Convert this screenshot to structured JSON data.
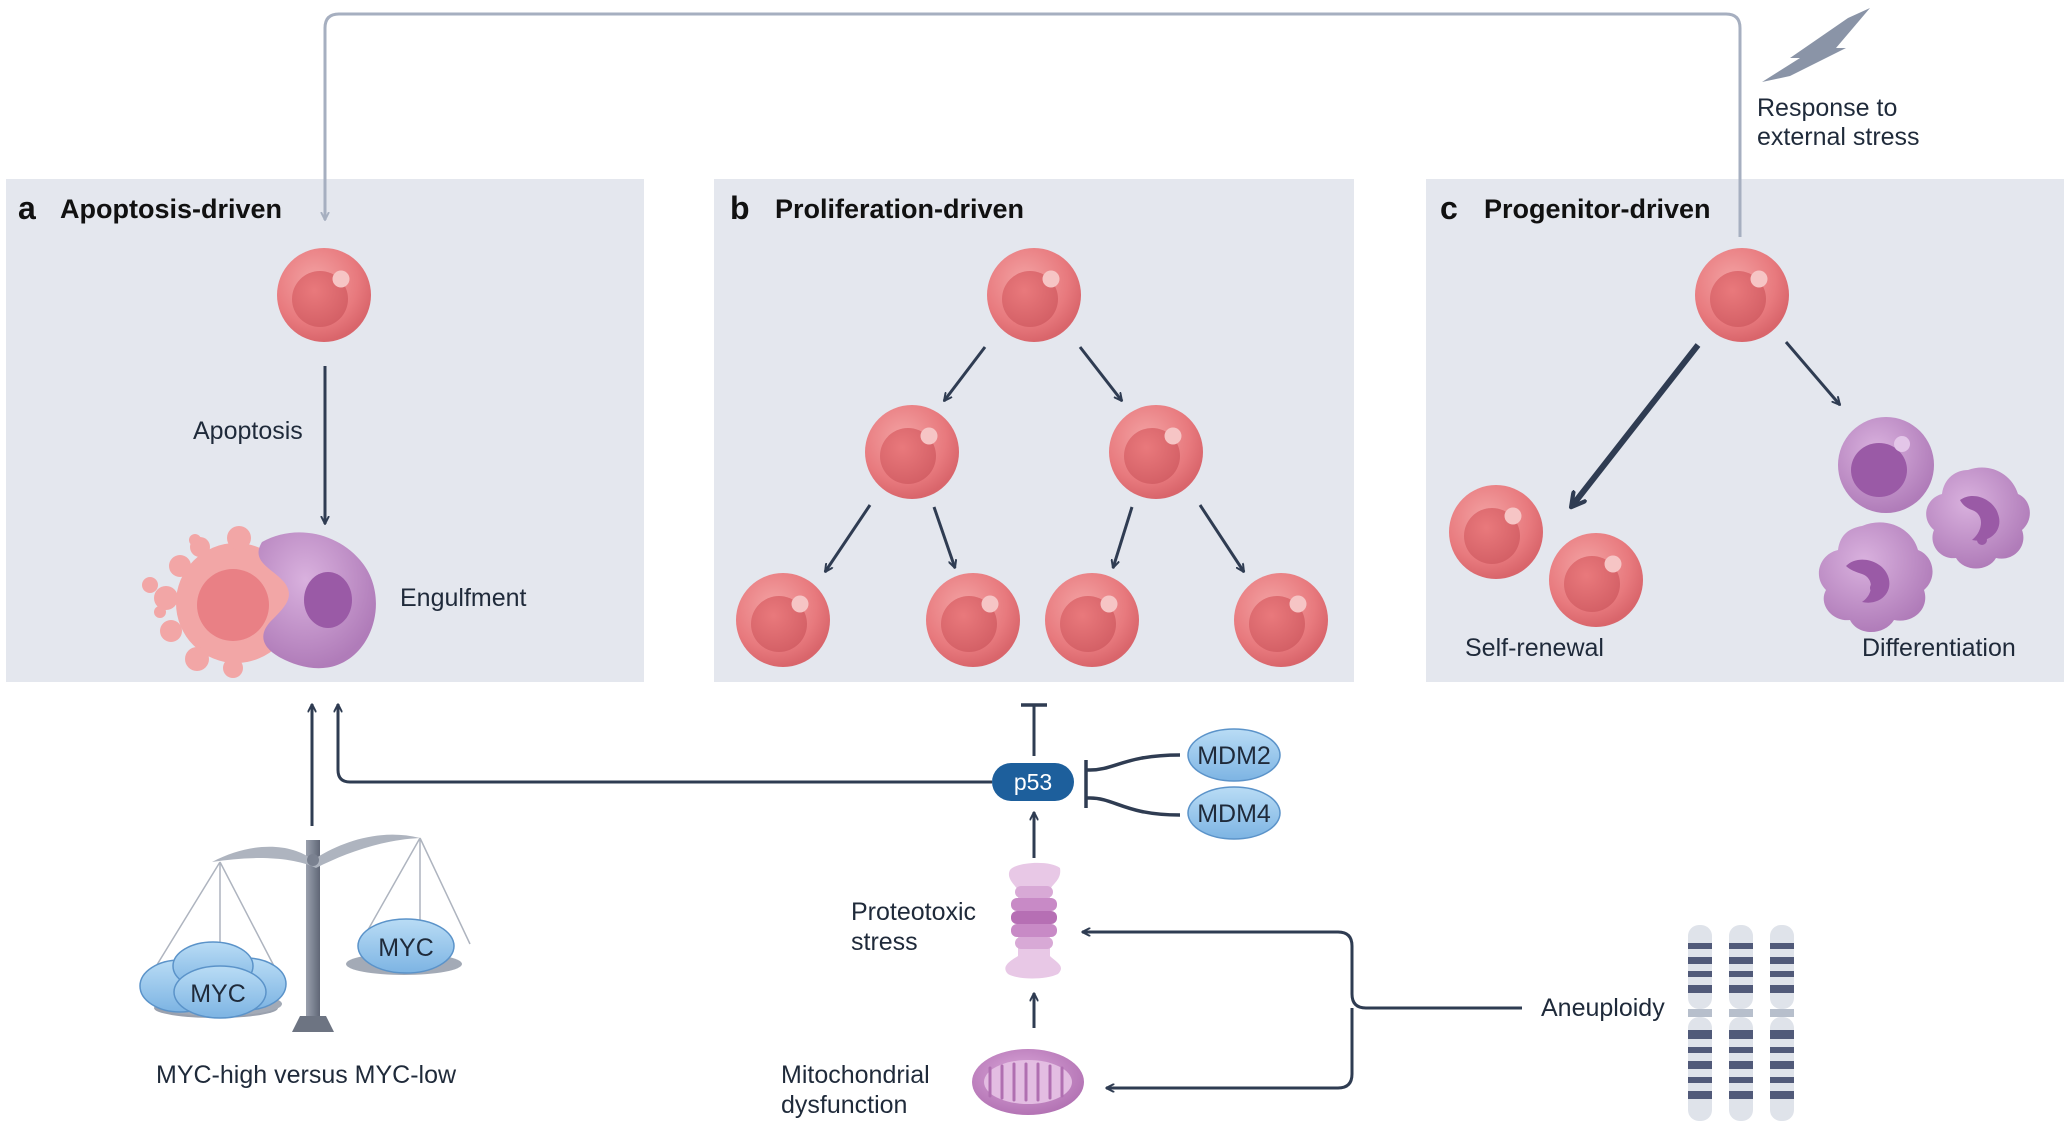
{
  "panels": [
    {
      "letter": "a",
      "title": "Apoptosis-driven"
    },
    {
      "letter": "b",
      "title": "Proliferation-driven"
    },
    {
      "letter": "c",
      "title": "Progenitor-driven"
    }
  ],
  "labels": {
    "apoptosis": "Apoptosis",
    "engulfment": "Engulfment",
    "self_renewal": "Self-renewal",
    "differentiation": "Differentiation",
    "response_line1": "Response to",
    "response_line2": "external stress",
    "proteotoxic_line1": "Proteotoxic",
    "proteotoxic_line2": "stress",
    "mito_line1": "Mitochondrial",
    "mito_line2": "dysfunction",
    "aneuploidy": "Aneuploidy",
    "myc_caption": "MYC-high versus MYC-low"
  },
  "nodes": {
    "p53": "p53",
    "mdm2": "MDM2",
    "mdm4": "MDM4",
    "myc_high": "MYC",
    "myc_low": "MYC"
  },
  "colors": {
    "panel_bg": "#e4e7ee",
    "arrow": "#2f3c52",
    "stress_arrow": "#a6afc0",
    "cell": "#e7797d",
    "purple_cell": "#b886c0",
    "oval": "#90c3ea",
    "p53": "#1d5f9c"
  }
}
